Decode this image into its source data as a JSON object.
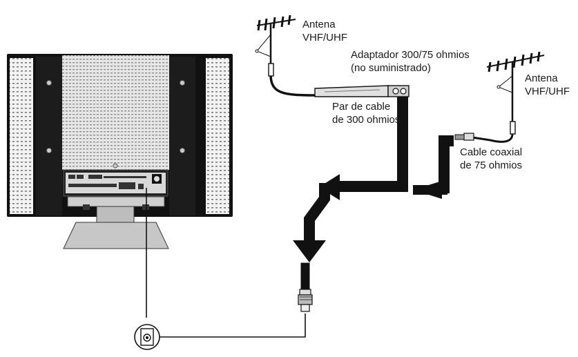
{
  "labels": {
    "antenna_left": [
      "Antena",
      "VHF/UHF"
    ],
    "adapter": [
      "Adaptador 300/75 ohmios",
      "(no suministrado)"
    ],
    "antenna_right": [
      "Antena",
      "VHF/UHF"
    ],
    "twin_lead": [
      "Par de cable",
      "de 300 ohmios"
    ],
    "coax": [
      "Cable coaxial",
      "de 75 ohmios"
    ]
  },
  "colors": {
    "line": "#111111",
    "tv_body": "#111111",
    "tv_grille": "#d9d9d9",
    "stand": "#bdbdbd"
  }
}
